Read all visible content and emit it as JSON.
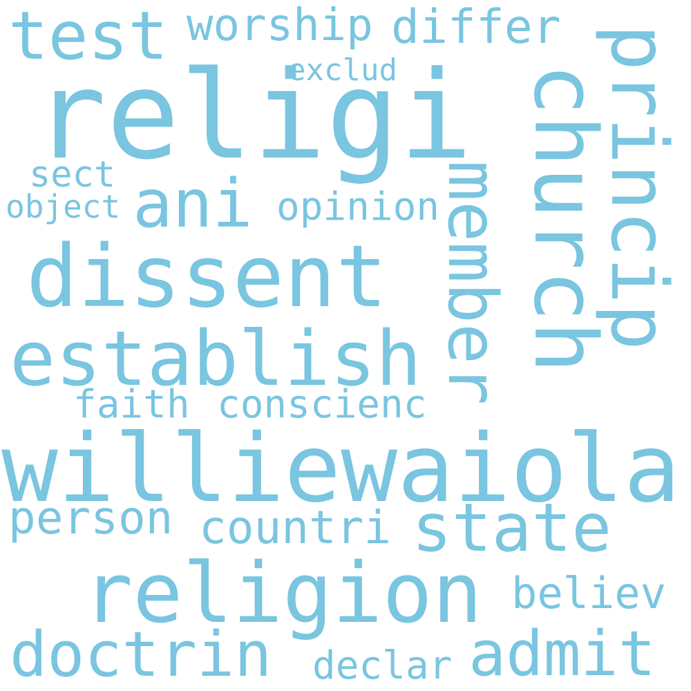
{
  "cloud": {
    "text_color": "#7ac5e0",
    "background": "#ffffff",
    "words": [
      "religi",
      "williewaiola",
      "religion",
      "dissent",
      "establish",
      "church",
      "princip",
      "member",
      "ani",
      "test",
      "state",
      "doctrin",
      "admit",
      "countri",
      "person",
      "conscienc",
      "opinion",
      "worship",
      "differ",
      "believ",
      "declar",
      "faith",
      "sect",
      "object",
      "exclud"
    ]
  }
}
